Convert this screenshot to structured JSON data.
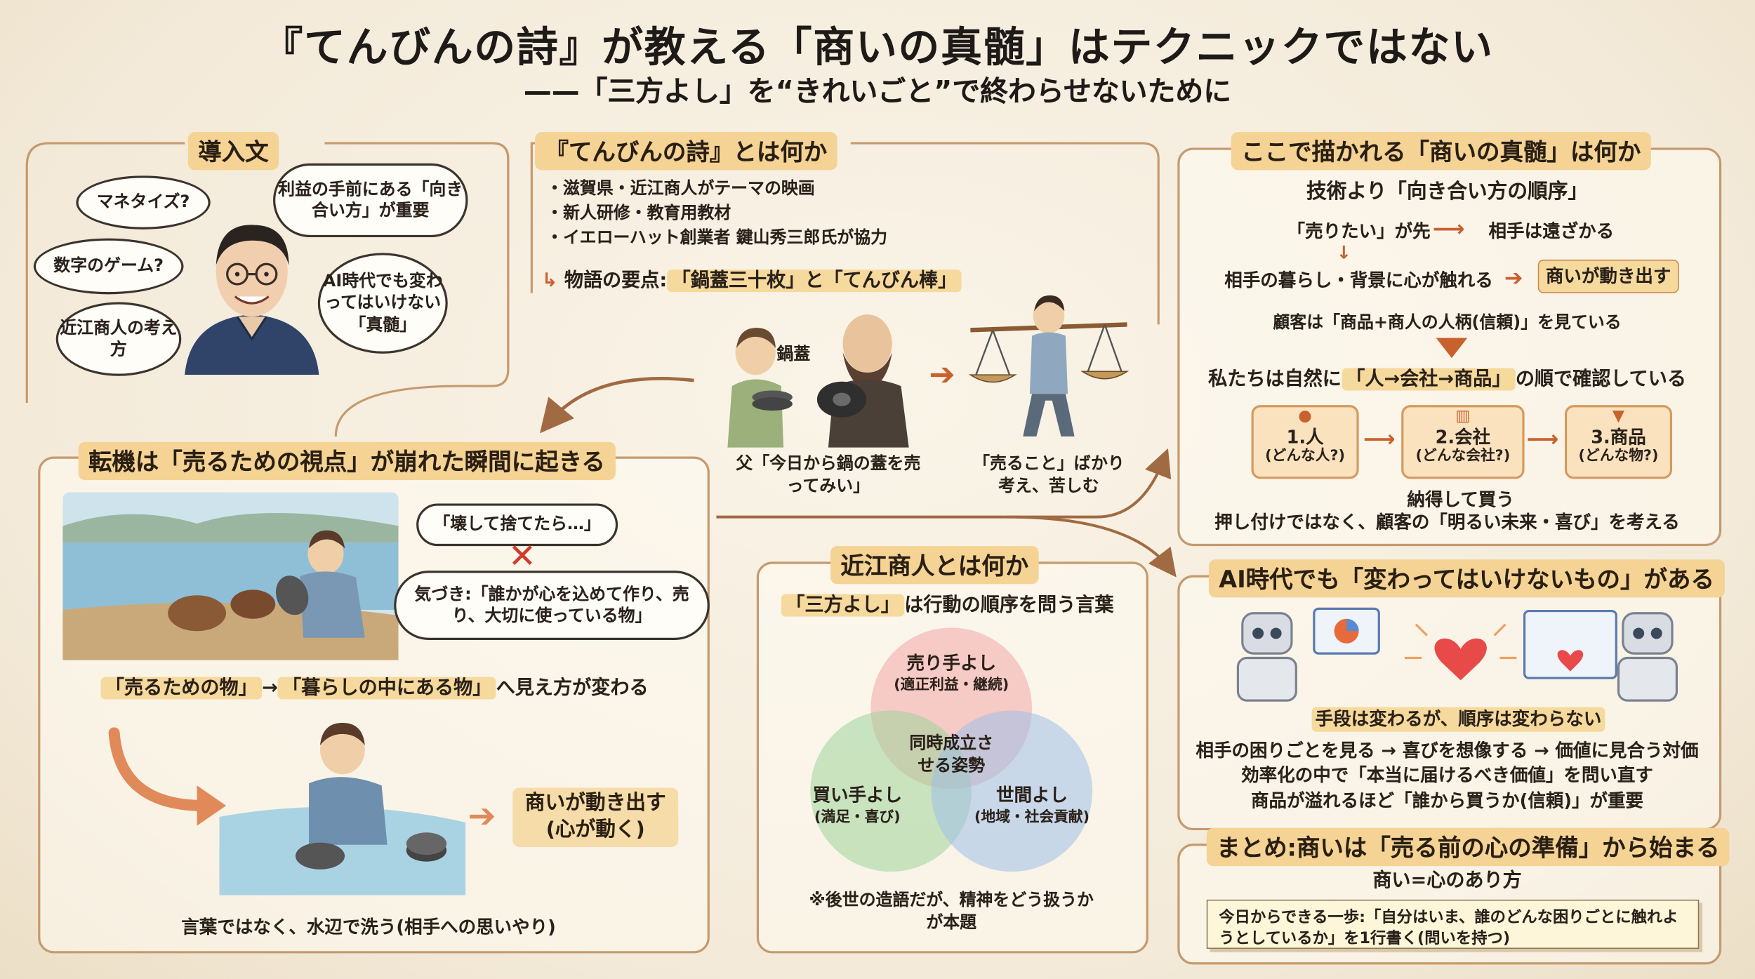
{
  "title": "『てんびんの詩』が教える「商いの真髄」はテクニックではない",
  "subtitle": "——「三方よし」を“きれいごと”で終わらせないために",
  "intro": {
    "heading": "導入文",
    "bubbles": [
      "マネタイズ?",
      "数字のゲーム?",
      "近江商人の考え方",
      "利益の手前にある「向き合い方」が重要",
      "AI時代でも変わってはいけない「真髄」"
    ]
  },
  "film": {
    "heading": "『てんびんの詩』とは何か",
    "bullets": [
      "・滋賀県・近江商人がテーマの映画",
      "・新人研修・教育用教材",
      "・イエローハット創業者 鍵山秀三郎氏が協力"
    ],
    "points_prefix": "物語の要点:",
    "points_highlight": "「鍋蓋三十枚」と「てんびん棒」",
    "lid_label": "鍋蓋",
    "caption_father": "父「今日から鍋の蓋を売ってみい」",
    "caption_boy": "「売ること」ばかり考え、苦しむ"
  },
  "turning": {
    "heading": "転機は「売るための視点」が崩れた瞬間に起きる",
    "thought": "「壊して捨てたら…」",
    "realize": "気づき:「誰かが心を込めて作り、売り、大切に使っている物」",
    "shift_hl1": "「売るための物」",
    "shift_arrow": "→",
    "shift_hl2": "「暮らしの中にある物」",
    "shift_rest": "へ見え方が変わる",
    "result": "商いが動き出す(心が動く)",
    "caption": "言葉ではなく、水辺で洗う(相手への思いやり)"
  },
  "omi": {
    "heading": "近江商人とは何か",
    "sub_hl": "「三方よし」",
    "sub_rest": "は行動の順序を問う言葉",
    "seller": "売り手よし",
    "seller_sub": "(適正利益・継続)",
    "buyer": "買い手よし",
    "buyer_sub": "(満足・喜び)",
    "society": "世間よし",
    "society_sub": "(地域・社会貢献)",
    "center": "同時成立させる姿勢",
    "note": "※後世の造語だが、精神をどう扱うかが本題",
    "colors": {
      "seller": "#f2a6a6",
      "buyer": "#9fd39a",
      "society": "#9fbfe8"
    }
  },
  "essence": {
    "heading": "ここで描かれる「商いの真髄」は何か",
    "lead": "技術より「向き合い方の順序」",
    "flow1_a": "「売りたい」が先",
    "flow1_b": "相手は遠ざかる",
    "flow2_a": "相手の暮らし・背景に心が触れる",
    "flow2_b": "商いが動き出す",
    "customer": "顧客は「商品+商人の人柄(信頼)」を見ている",
    "order_prefix": "私たちは自然に",
    "order_hl": "「人→会社→商品」",
    "order_rest": "の順で確認している",
    "steps": [
      {
        "label": "1.人",
        "sub": "(どんな人?)"
      },
      {
        "label": "2.会社",
        "sub": "(どんな会社?)"
      },
      {
        "label": "3.商品",
        "sub": "(どんな物?)"
      }
    ],
    "buy": "納得して買う",
    "push": "押し付けではなく、顧客の「明るい未来・喜び」を考える"
  },
  "ai": {
    "heading": "AI時代でも「変わってはいけないもの」がある",
    "lead": "手段は変わるが、順序は変わらない",
    "lines": [
      "相手の困りごとを見る → 喜びを想像する → 価値に見合う対価",
      "効率化の中で「本当に届けるべき価値」を問い直す",
      "商品が溢れるほど「誰から買うか(信頼)」が重要"
    ]
  },
  "summary": {
    "heading": "まとめ:商いは「売る前の心の準備」から始まる",
    "lead": "商い=心のあり方",
    "note": "今日からできる一歩:「自分はいま、誰のどんな困りごとに触れようとしているか」を1行書く(問いを持つ)"
  }
}
